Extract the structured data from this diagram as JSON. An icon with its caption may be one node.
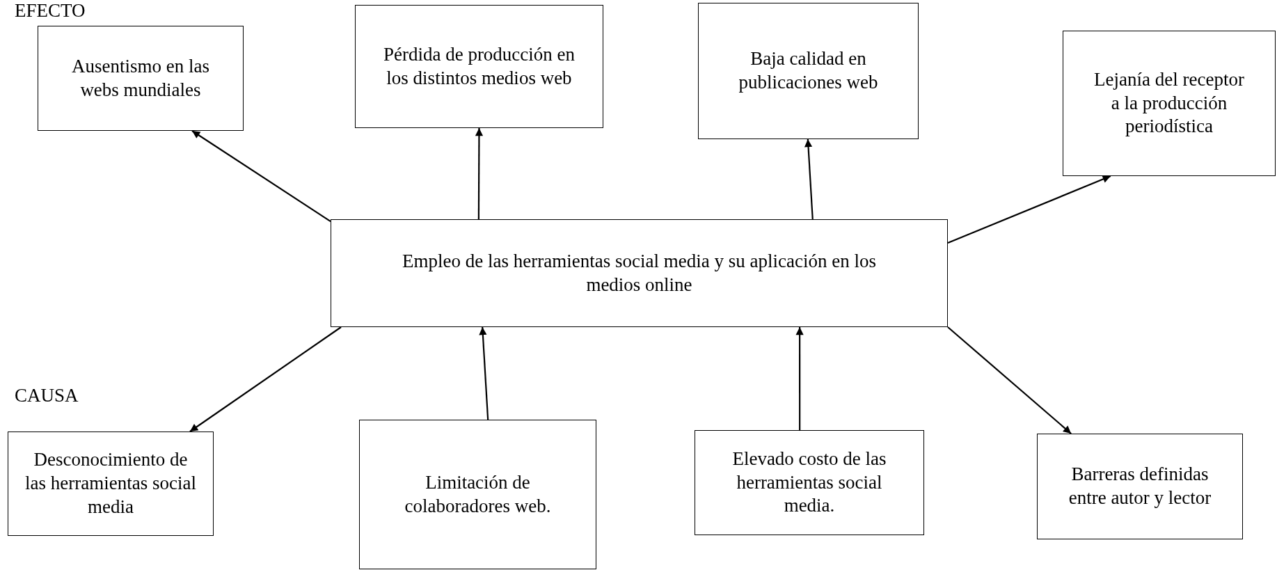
{
  "diagram": {
    "nodes": [
      {
        "text": [
          "Ausentismo en las webs mundiales"
        ]
      },
      {
        "text": [
          "Pérdida de producción en los distintos medios web"
        ]
      },
      {
        "text": [
          "Baja calidad en publicaciones web"
        ]
      },
      {
        "text": [
          "Lejanía del receptor a la producción periodística"
        ]
      },
      {
        "text": [
          "Empleo de las herramientas social media y su aplicación en los medios online"
        ]
      },
      {
        "text": [
          "Desconocimiento de las herramientas social media"
        ]
      },
      {
        "text": [
          "Limitación de colaboradores web."
        ]
      },
      {
        "text": [
          "Elevado costo de las herramientas social media."
        ]
      },
      {
        "text": [
          "Barreras definidas entre autor y lector"
        ]
      }
    ],
    "edges": [
      {
        "from": 4,
        "to": 0,
        "arrow": "to"
      },
      {
        "from": 4,
        "to": 1,
        "arrow": "to"
      },
      {
        "from": 4,
        "to": 2,
        "arrow": "to"
      },
      {
        "from": 4,
        "to": 3,
        "arrow": "to"
      },
      {
        "from": 4,
        "to": 5,
        "arrow": "to"
      },
      {
        "from": 6,
        "to": 4,
        "arrow": "to"
      },
      {
        "from": 7,
        "to": 4,
        "arrow": "to"
      },
      {
        "from": 4,
        "to": 8,
        "arrow": "to"
      }
    ],
    "labels": [
      "EFECTO",
      "CAUSA"
    ]
  }
}
